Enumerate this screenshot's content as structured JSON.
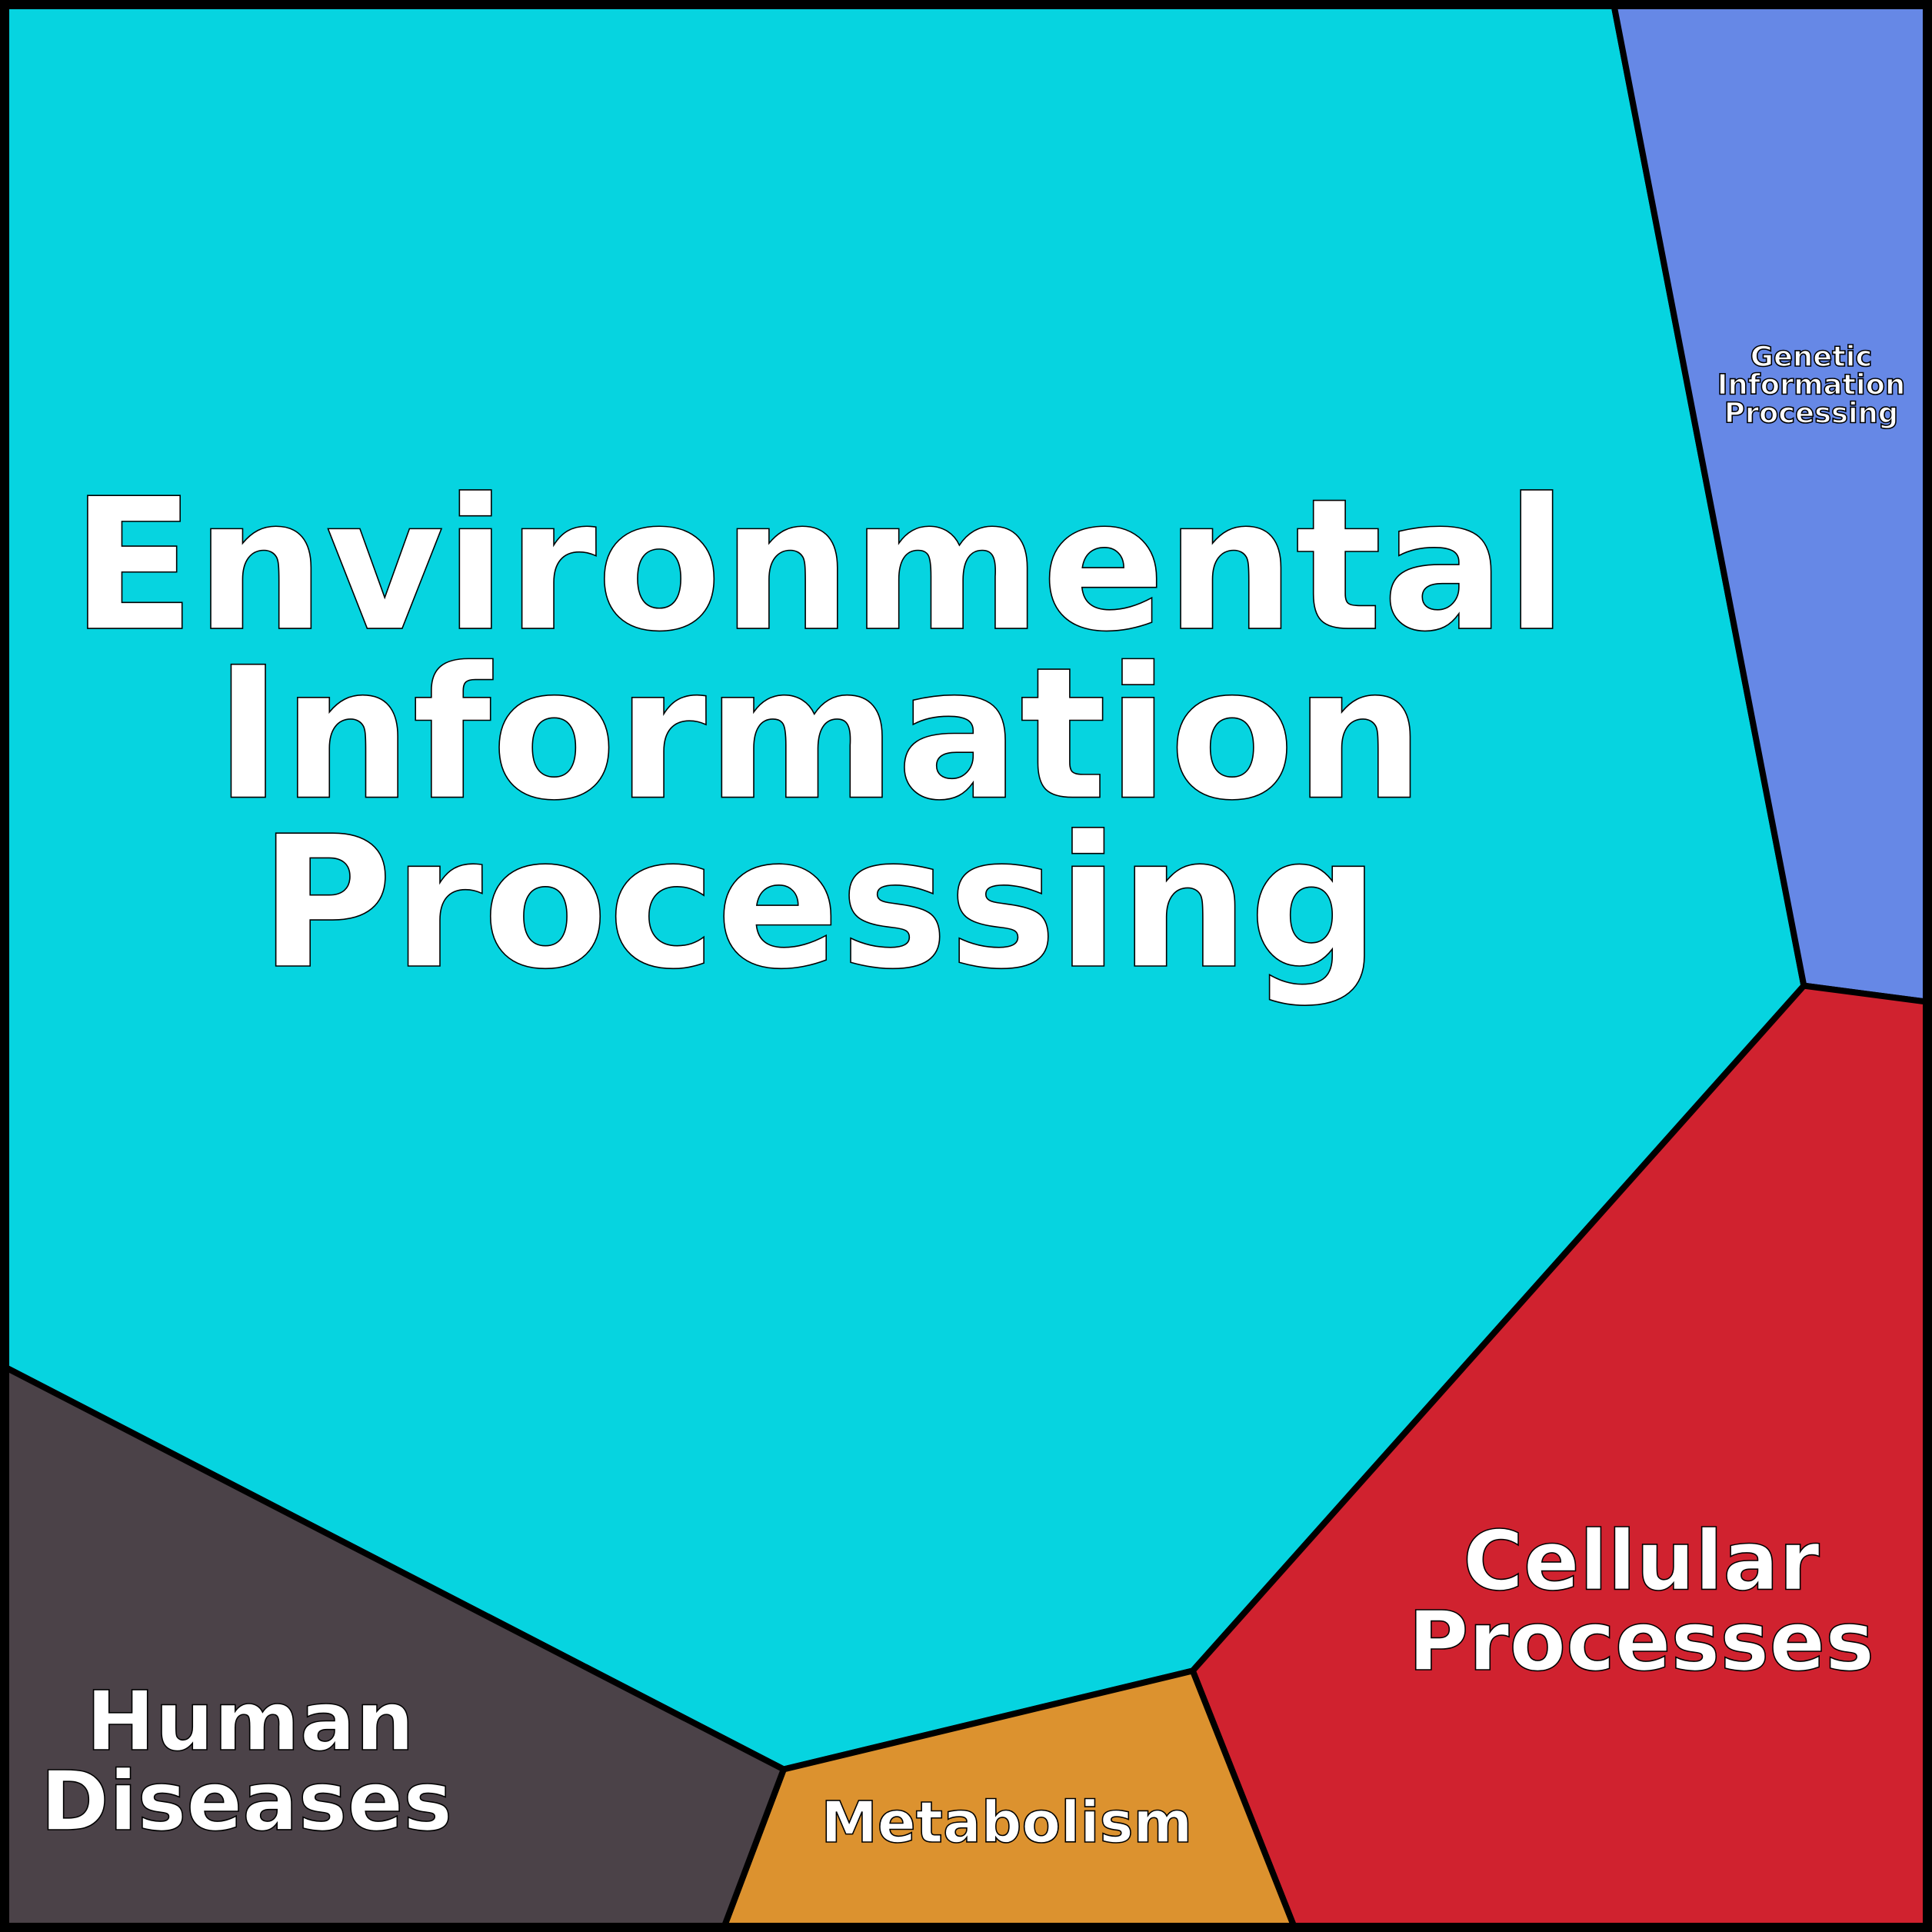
{
  "cells": {
    "environmental": {
      "lines": [
        "Environmental",
        "Information",
        "Processing"
      ],
      "color": "#06d4e0"
    },
    "genetic": {
      "lines": [
        "Genetic",
        "Information",
        "Processing"
      ],
      "color": "#6688e6"
    },
    "cellular": {
      "lines": [
        "Cellular",
        "Processes"
      ],
      "color": "#d0222f"
    },
    "metabolism": {
      "lines": [
        "Metabolism"
      ],
      "color": "#dc922f"
    },
    "human": {
      "lines": [
        "Human",
        "Diseases"
      ],
      "color": "#4b4248"
    }
  }
}
